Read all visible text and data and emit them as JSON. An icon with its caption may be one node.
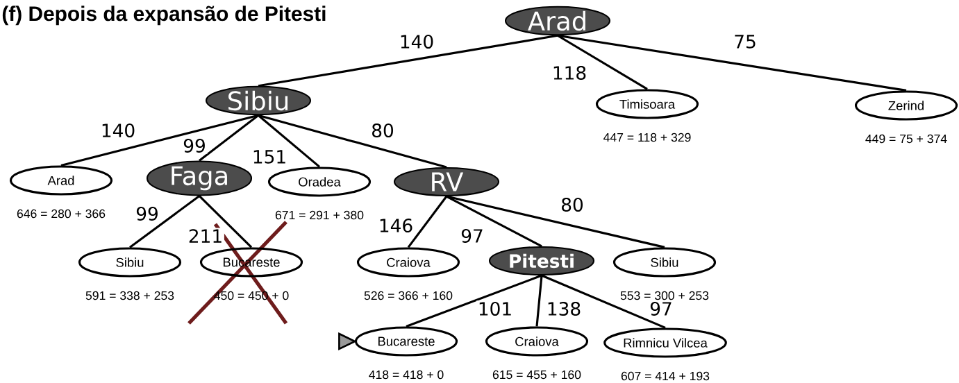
{
  "diagram": {
    "title": "(f) Depois da expansão de Pitesti",
    "nodes": [
      {
        "text": [
          "Arad"
        ]
      },
      {
        "text": [
          "Sibiu"
        ]
      },
      {
        "text": [
          "Timisoara"
        ],
        "beside": [
          "447 = 118 + 329"
        ]
      },
      {
        "text": [
          "Zerind"
        ],
        "beside": [
          "449 = 75 + 374"
        ]
      },
      {
        "text": [
          "Arad"
        ],
        "beside": [
          "646 = 280 + 366"
        ]
      },
      {
        "text": [
          "Faga"
        ]
      },
      {
        "text": [
          "Oradea"
        ],
        "beside": [
          "671 = 291 + 380"
        ]
      },
      {
        "text": [
          "RV"
        ]
      },
      {
        "text": [
          "Sibiu"
        ],
        "beside": [
          "591 = 338 + 253"
        ]
      },
      {
        "text": [
          "Bucareste"
        ],
        "beside": [
          "450 = 450 + 0"
        ]
      },
      {
        "text": [
          "Craiova"
        ],
        "beside": [
          "526 = 366 + 160"
        ]
      },
      {
        "text": [
          "Pitesti"
        ]
      },
      {
        "text": [
          "Sibiu"
        ],
        "beside": [
          "553 = 300 + 253"
        ]
      },
      {
        "text": [
          "Bucareste"
        ],
        "beside": [
          "418 = 418 + 0"
        ]
      },
      {
        "text": [
          "Craiova"
        ],
        "beside": [
          "615 = 455 + 160"
        ]
      },
      {
        "text": [
          "Rimnicu Vilcea"
        ],
        "beside": [
          "607 = 414 + 193"
        ]
      }
    ],
    "edges": [
      {
        "from": 0,
        "to": 1,
        "arrow": "none",
        "label": "140"
      },
      {
        "from": 0,
        "to": 2,
        "arrow": "none",
        "label": "118"
      },
      {
        "from": 0,
        "to": 3,
        "arrow": "none",
        "label": "75"
      },
      {
        "from": 1,
        "to": 4,
        "arrow": "none",
        "label": "140"
      },
      {
        "from": 1,
        "to": 5,
        "arrow": "none",
        "label": "99"
      },
      {
        "from": 1,
        "to": 6,
        "arrow": "none",
        "label": "151"
      },
      {
        "from": 1,
        "to": 7,
        "arrow": "none",
        "label": "80"
      },
      {
        "from": 5,
        "to": 8,
        "arrow": "none",
        "label": "99"
      },
      {
        "from": 5,
        "to": 9,
        "arrow": "none",
        "label": "211"
      },
      {
        "from": 7,
        "to": 10,
        "arrow": "none",
        "label": "146"
      },
      {
        "from": 7,
        "to": 11,
        "arrow": "none",
        "label": "97"
      },
      {
        "from": 7,
        "to": 12,
        "arrow": "none",
        "label": "80"
      },
      {
        "from": 11,
        "to": 13,
        "arrow": "none",
        "label": "101"
      },
      {
        "from": 11,
        "to": 14,
        "arrow": "none",
        "label": "138"
      },
      {
        "from": 11,
        "to": 15,
        "arrow": "none",
        "label": "97"
      }
    ]
  }
}
